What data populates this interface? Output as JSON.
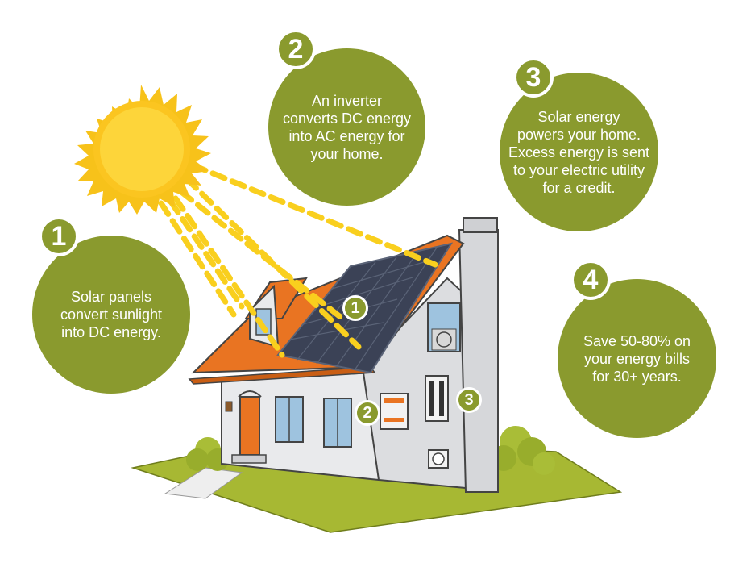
{
  "steps": [
    {
      "number": "1",
      "text": "Solar panels\nconvert sunlight\ninto DC energy."
    },
    {
      "number": "2",
      "text": "An inverter\nconverts DC energy\ninto AC energy for\nyour home."
    },
    {
      "number": "3",
      "text": "Solar energy\npowers your home.\nExcess energy is sent\nto your electric utility\nfor a credit."
    },
    {
      "number": "4",
      "text": "Save 50-80% on\nyour energy bills\nfor 30+ years."
    }
  ],
  "house_markers": [
    "1",
    "2",
    "3"
  ],
  "colors": {
    "bubble": "#8a9a2e",
    "sun": "#f7c21a",
    "sun_rays": "#f9cf1e",
    "roof": "#e97422",
    "house_wall": "#e9eaec",
    "panel": "#3b4256",
    "grass": "#a7b833",
    "door": "#e97422"
  },
  "icons": [
    "sun-icon",
    "solar-panel-icon",
    "inverter-icon",
    "breaker-panel-icon",
    "electric-meter-icon",
    "house-icon"
  ]
}
